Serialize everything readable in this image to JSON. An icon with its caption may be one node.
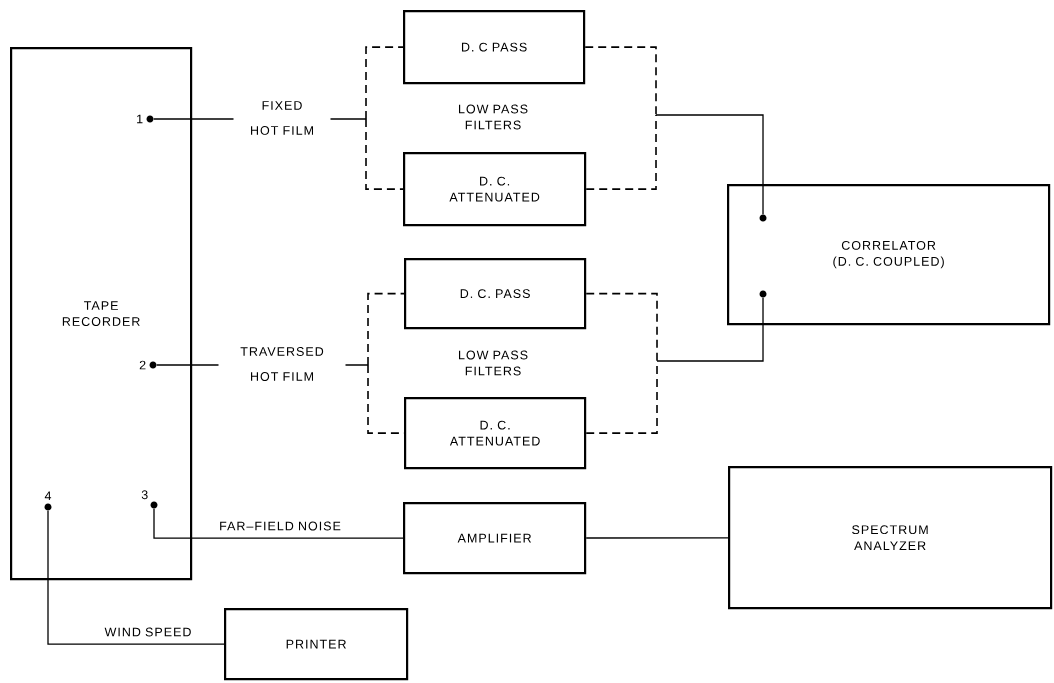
{
  "diagram": {
    "nodes": [
      {
        "text": [
          "TAPE RECORDER"
        ]
      },
      {
        "text": [
          "1"
        ],
        "in": 0
      },
      {
        "text": [
          "2"
        ],
        "in": 0
      },
      {
        "text": [
          "3"
        ],
        "in": 0
      },
      {
        "text": [
          "4"
        ],
        "in": 0
      },
      {
        "text": [
          "D. C PASS"
        ]
      },
      {
        "text": [
          "D. C. ATTENUATED"
        ]
      },
      {
        "text": [
          "CORRELATOR (D. C. COUPLED)"
        ]
      },
      {
        "text": [],
        "shape": "circle",
        "in": 7
      },
      {
        "text": [],
        "shape": "circle",
        "in": 7
      },
      {
        "text": [
          "D. C. PASS"
        ]
      },
      {
        "text": [
          "D. C. ATTENUATED"
        ]
      },
      {
        "text": [
          "AMPLIFIER"
        ]
      },
      {
        "text": [
          "SPECTRUM ANALYZER"
        ]
      },
      {
        "text": [
          "PRINTER"
        ]
      }
    ],
    "edges": [
      {
        "from": 1,
        "to": 5,
        "arrow": "none",
        "label": "FIXED HOT FILM"
      },
      {
        "from": 1,
        "to": 6,
        "arrow": "none"
      },
      {
        "from": 5,
        "to": 8,
        "arrow": "none"
      },
      {
        "from": 6,
        "to": 8,
        "arrow": "none"
      },
      {
        "from": 2,
        "to": 10,
        "arrow": "none",
        "label": "TRAVERSED HOT FILM"
      },
      {
        "from": 2,
        "to": 11,
        "arrow": "none"
      },
      {
        "from": 10,
        "to": 9,
        "arrow": "none"
      },
      {
        "from": 11,
        "to": 9,
        "arrow": "none"
      },
      {
        "from": 3,
        "to": 12,
        "arrow": "none",
        "label": "FAR–FIELD NOISE"
      },
      {
        "from": 12,
        "to": 13,
        "arrow": "none"
      },
      {
        "from": 4,
        "to": 14,
        "arrow": "none",
        "label": "WIND SPEED"
      }
    ],
    "labels": [
      "LOW PASS FILTERS",
      "LOW PASS FILTERS"
    ]
  }
}
